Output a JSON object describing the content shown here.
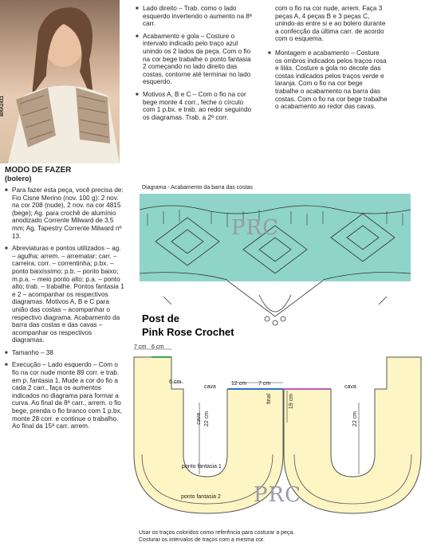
{
  "photo": {
    "code": "BRA2411"
  },
  "left": {
    "title": "MODO DE FAZER",
    "subtitle": "(bolero)",
    "bullets": [
      "Para fazer esta peça, você precisa de: Fio Cisne Merino (nov. 100 g): 2 nov. na cor 208 (nude), 2 nov. na cor 4815 (bege); Ag. para crochê de alumínio anodizado Corrente Milward de 3,5 mm; Ag. Tapestry Corrente Milward nº 13.",
      "Abreviaturas e pontos utilizados – ag. – agulha; arrem. – arrematar; carr. – carreira; corr. – correntinha; p.bx. – ponto baixíssimo; p.b. – ponto baixo; m.p.a. – meio ponto alto; p.a. – ponto alto; trab. – trabalhe. Pontos fantasia 1 e 2 – acompanhar os respectivos diagramas. Motivos A, B e C para união das costas – acompanhar o respectivo diagrama. Acabamento da barra das costas e das cavas – acompanhar os respectivos diagramas.",
      "Tamanho – 38",
      "Execução – Lado esquerdo – Com o fio na cor nude monte 89 corr. e trab. em p. fantasia 1. Mude a cor do fio a cada 2 carr., faça os aumentos indicados no diagrama para formar a curva. Ao final da 8ª carr., arrem. o fio bege, prenda o fio branco com 1 p.bx, monte 28 corr. e continue o trabalho. Ao final da 15ª carr. arrem."
    ]
  },
  "middle": {
    "lead": "Lado direito – Trab. como o lado esquerdo invertendo o aumento na 8ª carr.",
    "bullets": [
      "Acabamento e gola – Costure o intervalo indicado pelo traço azul unindo os 2 lados da peça. Com o fio na cor bege trabalhe o ponto fantasia 2 começando no lado direito das costas, contorne até terminar no lado esquerdo.",
      "Motivos A, B e C – Com o fio na cor bege monte 4 corr., feche o círculo com 1 p.bx. e trab. ao redor seguindo os diagramas. Trab. a 2ª corr."
    ]
  },
  "right": {
    "lead": "com o fio na cor nude, arrem. Faça 3 peças A, 4 peças B e 3 peças C, unindo-as entre si e ao bolero durante a confecção da última carr. de acordo com o esquema.",
    "bullets": [
      "Montagem e acabamento – Costure os ombros indicados pelos traços rosa e lilás. Costure a gola no decote das costas indicados pelos traços verde e laranja. Com o fio na cor bege trabalhe o acabamento na barra das costas. Com o fio na cor bege trabalhe o acabamento ao redor das cavas."
    ]
  },
  "diagram": {
    "caption": "Diagrama - Acabamento da barra das costas",
    "watermark": "PRC",
    "band_color": "#8fd4c8"
  },
  "post": {
    "line1": "Post de",
    "line2": "Pink Rose Crochet"
  },
  "pattern": {
    "fill": "#fdf5c4",
    "labels": {
      "top_7cm": "7 cm",
      "top_6cm": "6 cm",
      "left_6cm": "6 cm",
      "cava_left": "cava",
      "mid_12cm": "12 cm",
      "mid_7cm": "7 cm",
      "final": "final",
      "right_19cm": "19 cm",
      "cava_right": "cava",
      "cava_22_left": "22 cm",
      "cava_22_left_sub": "cava",
      "cava_22_right": "22 cm",
      "pf1": "ponto fantasia 1",
      "pf2": "ponto fantasia 2"
    },
    "watermark": "PRC"
  },
  "notes": [
    "Usar os traços coloridos como referência para costurar a peça.",
    "Costurar os intervalos de traços com a mesma cor."
  ]
}
